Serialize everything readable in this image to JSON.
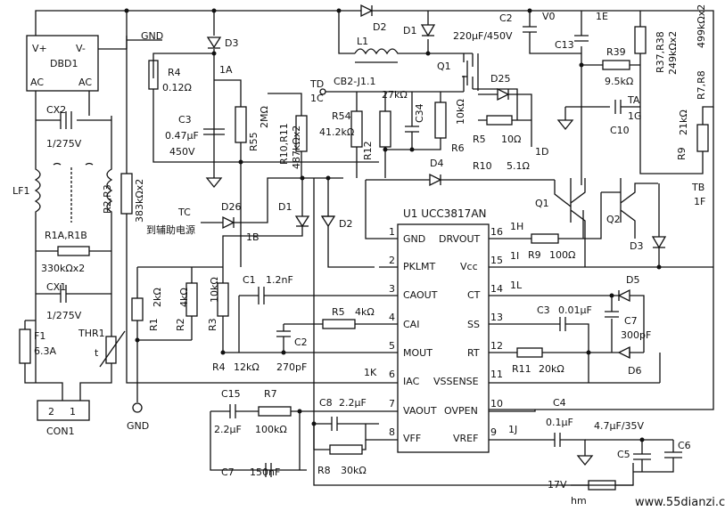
{
  "labels": {
    "dbd1": [
      "V+",
      "V-",
      "DBD1",
      "AC",
      "AC"
    ],
    "gnd_top": "GND",
    "gnd_bot": "GND",
    "cx2": [
      "CX2",
      "1/275V"
    ],
    "lf1": "LF1",
    "r1a": [
      "R1A,R1B",
      "330kΩx2"
    ],
    "cx1": [
      "CX1",
      "1/275V"
    ],
    "f1": [
      "F1",
      "6.3A"
    ],
    "thr1": [
      "THR1",
      "t"
    ],
    "con1": [
      "2",
      "1",
      "CON1"
    ],
    "r2r3": [
      "R2,R3",
      "383kΩx2"
    ],
    "d3": "D3",
    "r4top": [
      "R4",
      "0.12Ω"
    ],
    "n1a": "1A",
    "c3": [
      "C3",
      "0.47μF",
      "450V"
    ],
    "r55": [
      "R55",
      "2MΩ"
    ],
    "r10r11": [
      "R10,R11",
      "487kΩx2"
    ],
    "td": [
      "TD",
      "1C"
    ],
    "cb2": "CB2-J1.1",
    "r54": [
      "R54",
      "41.2kΩ"
    ],
    "r12": [
      "R12",
      "27kΩ"
    ],
    "c34": "C34",
    "r6": [
      "R6",
      "10kΩ"
    ],
    "d2top": "D2",
    "d1top": "D1",
    "l1": "L1",
    "q1top": "Q1",
    "c2": [
      "C2",
      "220μF/450V"
    ],
    "vo": "V0",
    "d25": "D25",
    "r5top": [
      "R5",
      "10Ω"
    ],
    "r10top": [
      "R10",
      "5.1Ω"
    ],
    "n1d": "1D",
    "d4": "D4",
    "n1e": "1E",
    "c13": "C13",
    "r39": [
      "R39",
      "9.5kΩ"
    ],
    "r37": [
      "R37,R38",
      "249kΩx2"
    ],
    "r7r8": [
      "R7,R8",
      "499kΩx2"
    ],
    "ta": [
      "TA",
      "1G"
    ],
    "c10": "C10",
    "r9top": [
      "R9",
      "21kΩ"
    ],
    "tb": [
      "TB",
      "1F"
    ],
    "tc": [
      "TC",
      "到辅助电源"
    ],
    "d26": "D26",
    "n1b": "1B",
    "d1": "D1",
    "d2": "D2",
    "ic": "U1  UCC3817AN",
    "pins_left": [
      "GND",
      "PKLMT",
      "CAOUT",
      "CAI",
      "MOUT",
      "IAC",
      "VAOUT",
      "VFF"
    ],
    "pins_left_num": [
      "1",
      "2",
      "3",
      "4",
      "5",
      "6",
      "7",
      "8"
    ],
    "pins_right": [
      "DRVOUT",
      "Vcc",
      "CT",
      "SS",
      "RT",
      "VSSENSE",
      "OVPEN",
      "VREF"
    ],
    "pins_right_num": [
      "16",
      "15",
      "14",
      "13",
      "12",
      "11",
      "10",
      "9"
    ],
    "r1": [
      "R1",
      "2kΩ"
    ],
    "r2": [
      "R2",
      "4kΩ"
    ],
    "r3": [
      "R3",
      "10kΩ"
    ],
    "c1": [
      "C1",
      "1.2nF"
    ],
    "r5": [
      "R5",
      "4kΩ"
    ],
    "c2b": [
      "C2",
      "270pF"
    ],
    "r4": [
      "R4",
      "12kΩ"
    ],
    "n1k": "1K",
    "c15": [
      "C15",
      "2.2μF"
    ],
    "r7": [
      "R7",
      "100kΩ"
    ],
    "c8": [
      "C8",
      "2.2μF"
    ],
    "c7b": [
      "C7",
      "150nF"
    ],
    "r8": [
      "R8",
      "30kΩ"
    ],
    "n1h": "1H",
    "r9": [
      "R9",
      "100Ω"
    ],
    "n1i": "1I",
    "n1l": "1L",
    "c3b": [
      "C3",
      "0.01μF"
    ],
    "c7": [
      "C7",
      "300pF"
    ],
    "r11": [
      "R11",
      "20kΩ"
    ],
    "d5": "D5",
    "d6": "D6",
    "q1": "Q1",
    "q2": "Q2",
    "d3b": "D3",
    "c4": [
      "C4",
      "0.1μF"
    ],
    "n1j": "1J",
    "c5": [
      "4.7μF/35V",
      "C5",
      "C6"
    ],
    "v17": "17V",
    "watermark": "www.55dianzi.com",
    "hm": "hm"
  }
}
